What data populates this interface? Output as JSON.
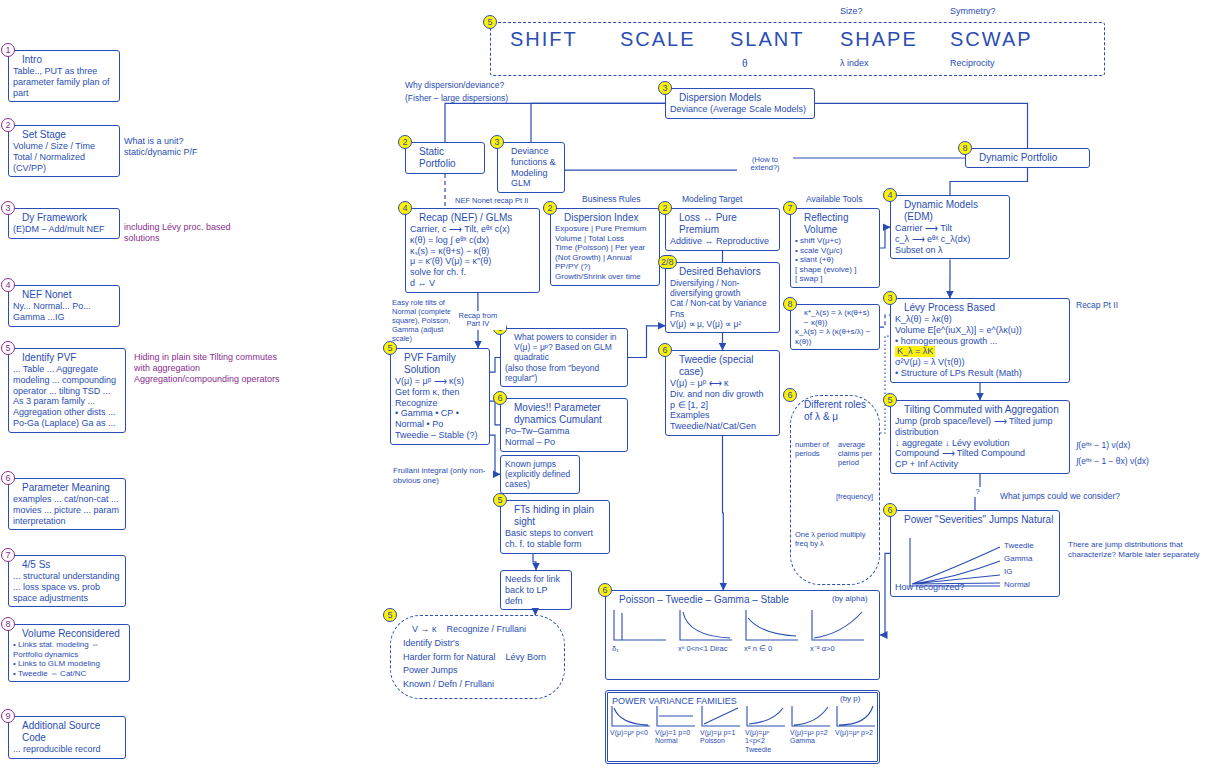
{
  "diagram": {
    "nodes": [
      {
        "text": [
          "1",
          "Intro",
          "Table.., PUT as three parameter family plan of part"
        ]
      },
      {
        "text": [
          "2",
          "Set Stage",
          "Volume / Size / Time Total / Normalized (CV/PP)"
        ]
      },
      {
        "text": [
          "3",
          "Dy Framework",
          "(E)DM – Add/mult NEF"
        ]
      },
      {
        "text": [
          "4",
          "NEF Nonet",
          "Ny... Normal... Po... Gamma ...IG"
        ]
      },
      {
        "text": [
          "5",
          "Identify PVF",
          "... Table ... Aggregate modeling ... compounding operator ... tilting TSD ... As 3 param family ... Aggregation other dists ... Po-Ga (Laplace) Ga as ..."
        ]
      },
      {
        "text": [
          "6",
          "Parameter Meaning",
          "examples ... cat/non-cat ... movies ... picture ... param interpretation"
        ]
      },
      {
        "text": [
          "7",
          "4/5 Ss",
          "... structural understanding ... loss space vs. prob space adjustments"
        ]
      },
      {
        "text": [
          "8",
          "Volume Reconsidered",
          "• Links stat. modeling ⇔ Portfolio dynamics",
          "• Links to GLM modeling",
          "• Tweedie ⇔ Cat/NC"
        ]
      },
      {
        "text": [
          "9",
          "Additional Source Code",
          "... reproducible record"
        ]
      },
      {
        "text": [
          "5",
          "SHIFT",
          "SCALE",
          "SLANT",
          "SHAPE",
          "SCWAP"
        ]
      },
      {
        "text": [
          "3",
          "Dispersion Models",
          "Deviance (Average Scale Models)"
        ]
      },
      {
        "text": [
          "2",
          "Static Portfolio"
        ]
      },
      {
        "text": [
          "3",
          "Deviance functions & Modeling GLM"
        ]
      },
      {
        "text": [
          "8",
          "Dynamic Portfolio"
        ]
      },
      {
        "text": [
          "4",
          "Recap (NEF) / GLMs",
          "Carrier, c ⟶ Tilt, eᶿˣ c(x)",
          "κ(θ) = log ∫ eᶿˣ c(dx)",
          "κₛ(s) = κ(θ+s) − κ(θ)",
          "μ = κ′(θ)   V(μ) = κ″(θ)",
          "solve for ch. f.",
          "d ↔ V"
        ]
      },
      {
        "text": [
          "2",
          "Dispersion Index",
          "Exposure | Pure Premium",
          "Volume | Total Loss",
          "Time (Poisson) | Per year",
          "(Not Growth) | Annual PP/PY (?)",
          "Growth/Shrink over time"
        ]
      },
      {
        "text": [
          "2",
          "Loss ↔ Pure Premium",
          "Additive ↔ Reproductive"
        ]
      },
      {
        "text": [
          "7",
          "Reflecting Volume",
          "• shift V(μ+c)",
          "• scale V(μ/c)",
          "• slant (+θ)",
          "[ shape (evolve) ]",
          "[ swap ]"
        ]
      },
      {
        "text": [
          "4",
          "Dynamic Models (EDM)",
          "Carrier ⟶ Tilt",
          "c_λ ⟶ eᶿˣ c_λ(dx)",
          "Subset on λ"
        ]
      },
      {
        "text": [
          "2/8",
          "Desired Behaviors",
          "Diversifying / Non-diversifying growth",
          "Cat / Non-cat by Variance Fns",
          "V(μ) ∝ μ,  V(μ) ∝ μ²"
        ]
      },
      {
        "text": [
          "8",
          "κ*_λ(s) = λ (κ(θ+s) − κ(θ))",
          "κ_λ(s) = λ (κ(θ+s/λ) − κ(θ))"
        ]
      },
      {
        "text": [
          "3",
          "Lévy Process Based",
          "K_λ(θ) = λκ(θ)",
          "Volume E[e^(iuX_λ)] = e^(λκ(u))",
          "• homogeneous growth ...",
          "K_λ = λK",
          "σ²V(μ) = λ V(τ(θ))",
          "• Structure of LPs Result (Math)"
        ]
      },
      {
        "text": [
          "5",
          "Tilting Commuted with Aggregation",
          "Jump (prob space/level) ⟶ Tilted jump distribution",
          "↓ aggregate   ↓ Lévy evolution",
          "Compound ⟶ Tilted Compound",
          "CP + Inf Activity"
        ]
      },
      {
        "text": [
          "6",
          "Power \"Severities\" Jumps Natural",
          "How recognized?"
        ]
      },
      {
        "text": [
          "6",
          "Different roles of λ & μ"
        ]
      },
      {
        "text": [
          "5",
          "PVF Family Solution",
          "V(μ) = μᵖ ⟶ κ(s)",
          "Get form κ, then Recognize",
          "• Gamma  • CP  • Normal  • Po",
          "Tweedie – Stable (?)"
        ]
      },
      {
        "text": [
          "6",
          "What powers to consider in V(μ) = μᵖ? Based on GLM quadratic",
          "(also those from \"beyond regular\")"
        ]
      },
      {
        "text": [
          "6",
          "Movies!! Parameter dynamics Cumulant",
          "Po–Tw–Gamma",
          "Normal – Po"
        ]
      },
      {
        "text": [
          "6",
          "Tweedie (special case)",
          "V(μ) = μᵖ ⟷ κ",
          "Div. and non div growth",
          "p ∈ [1, 2]",
          "Examples",
          "Tweedie/Nat/Cat/Gen"
        ]
      },
      {
        "text": [
          "Known jumps (explicitly defined cases)"
        ]
      },
      {
        "text": [
          "5",
          "FTs hiding in plain sight",
          "Basic steps to convert ch. f. to stable form"
        ]
      },
      {
        "text": [
          "Needs for link back to LP defn"
        ]
      },
      {
        "text": [
          "5",
          "V → κ",
          "Recognize / Frullani",
          "Identify Distr's",
          "Harder form for Natural",
          "Lévy Born",
          "Power Jumps",
          "Known / Defn / Frullani"
        ]
      },
      {
        "text": [
          "6",
          "Poisson – Tweedie – Gamma – Stable"
        ]
      },
      {
        "text": [
          "POWER VARIANCE FAMILIES"
        ]
      }
    ],
    "edges": [
      {
        "from": 10,
        "to": 11,
        "arrow": "none"
      },
      {
        "from": 10,
        "to": 13,
        "arrow": "none"
      },
      {
        "from": 10,
        "to": 12,
        "arrow": "none"
      },
      {
        "from": 12,
        "to": 13,
        "label": "(How to extend?)",
        "arrow": "none"
      },
      {
        "from": 11,
        "to": 14,
        "arrow": "none"
      },
      {
        "from": 14,
        "to": 25,
        "label": "Recap from Part IV",
        "arrow": "to"
      },
      {
        "from": 13,
        "to": 18,
        "arrow": "none"
      },
      {
        "from": 17,
        "to": 18,
        "arrow": "to"
      },
      {
        "from": 18,
        "to": 21,
        "arrow": "to"
      },
      {
        "from": 21,
        "to": 22,
        "arrow": "to"
      },
      {
        "from": 22,
        "to": 23,
        "label": "?",
        "arrow": "none"
      },
      {
        "from": 23,
        "to": 33,
        "arrow": "to"
      },
      {
        "from": 16,
        "to": 19,
        "arrow": "none"
      },
      {
        "from": 19,
        "to": 28,
        "arrow": "to"
      },
      {
        "from": 26,
        "to": 19,
        "arrow": "to"
      },
      {
        "from": 25,
        "to": 26,
        "arrow": "none"
      },
      {
        "from": 25,
        "to": 27,
        "arrow": "none"
      },
      {
        "from": 28,
        "to": 33,
        "arrow": "to"
      },
      {
        "from": 30,
        "to": 31,
        "arrow": "to"
      },
      {
        "from": 24,
        "to": 21,
        "arrow": "none"
      },
      {
        "from": 20,
        "to": 21,
        "arrow": "none"
      },
      {
        "from": 25,
        "to": 29,
        "arrow": "to"
      },
      {
        "from": 31,
        "to": 32,
        "arrow": "to"
      }
    ],
    "labels": [
      "What is a unit? static/dynamic P/F",
      "including Lévy proc. based solutions",
      "Hiding in plain site Tilting commutes with aggregation Aggregation/compounding operators",
      "Size?",
      "Symmetry?",
      "θ",
      "λ index",
      "Reciprocity",
      "Why dispersion/deviance?",
      "(Fisher – large dispersions)",
      "NEF Nonet recap Pt II",
      "Business Rules",
      "Modeling Target",
      "Available Tools",
      "Easy role tilts of Normal (complete square), Poisson, Gamma (adjust scale)",
      "Frullani integral (only non-obvious one)",
      "Recap Pt II",
      "∫(eᶿˣ − 1) ν(dx)",
      "∫(eᶿˣ − 1 − θx) ν(dx)",
      "What jumps could we consider?",
      "There are jump distributions that characterize? Marble later separately",
      "Tweedie",
      "Gamma",
      "IG",
      "Normal",
      "number of periods",
      "average claims per period",
      "[frequency]",
      "One λ period multiply freq by λ",
      "δ₁",
      "xⁿ 0<n<1 Dirac",
      "xᵅ n ∈ 0",
      "x⁻ᵅ α>0",
      "(by alpha)",
      "V(μ)=μᵖ p<0",
      "V(μ)=1 p=0 Normal",
      "V(μ)=μ p=1 Poisson",
      "V(μ)=μᵖ 1<p<2 Tweedie",
      "V(μ)=μ² p=2 Gamma",
      "V(μ)=μᵖ p>2",
      "(by p)"
    ]
  }
}
